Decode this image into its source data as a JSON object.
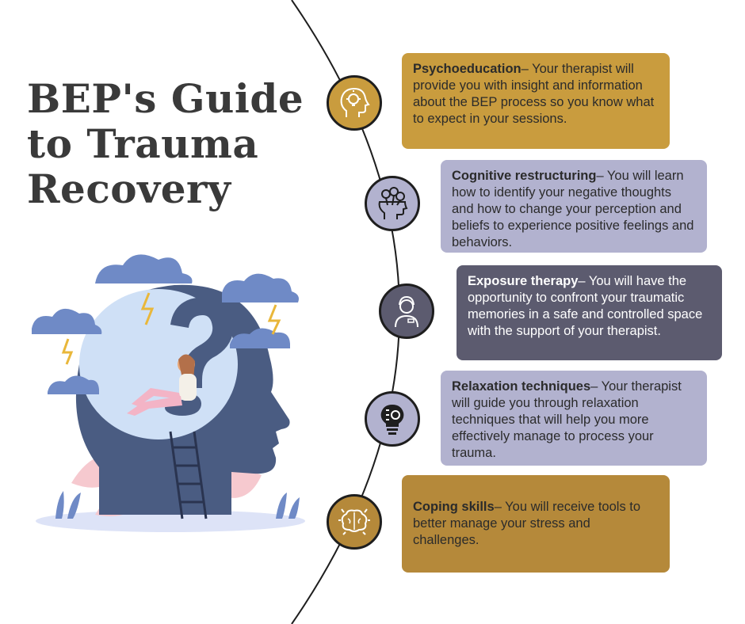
{
  "title": {
    "line1": "BEP's Guide",
    "line2": "to Trauma",
    "line3": "Recovery"
  },
  "steps": [
    {
      "heading": "Psychoeducation",
      "text": "– Your therapist will provide you with insight and information about the BEP process so you know what to expect in your sessions.",
      "icon": "head-lightbulb-icon",
      "color": "#c99c3e"
    },
    {
      "heading": "Cognitive restructuring",
      "text": "– You will learn how to identify your negative thoughts and how to change your perception and beliefs to experience positive feelings and behaviors.",
      "icon": "head-flowers-icon",
      "color": "#b2b2cf"
    },
    {
      "heading": "Exposure therapy",
      "text": "– You will have the opportunity to confront your traumatic memories in a safe and controlled space with the support of your therapist.",
      "icon": "therapist-icon",
      "color": "#5c5b6f"
    },
    {
      "heading": "Relaxation techniques",
      "text": "– Your therapist will guide you through relaxation techniques that will help you more effectively manage to process your trauma.",
      "icon": "lightbulb-gear-icon",
      "color": "#b2b2cf"
    },
    {
      "heading": "Coping skills",
      "text": "– You will receive tools to better manage your stress and challenges.",
      "icon": "brain-icon",
      "color": "#b5893a"
    }
  ]
}
